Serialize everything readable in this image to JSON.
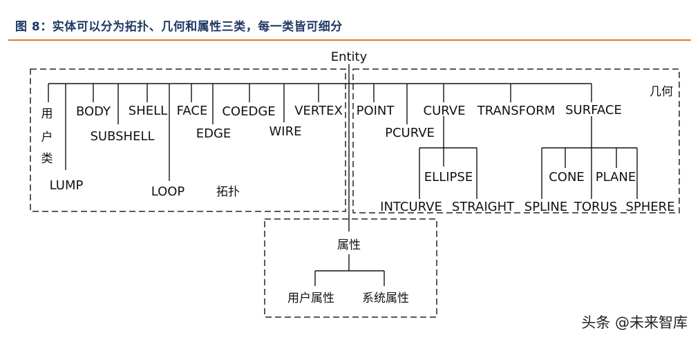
{
  "title": "图 8：实体可以分为拓扑、几何和属性三类，每一类皆可细分",
  "watermark": "头条 @未来智库",
  "colors": {
    "title": "#1f3864",
    "rule": "#e07a2a",
    "line": "#111111"
  },
  "nodes": {
    "entity": "Entity",
    "user_class": [
      "用",
      "户",
      "类"
    ],
    "body": "BODY",
    "lump": "LUMP",
    "subshell": "SUBSHELL",
    "shell": "SHELL",
    "loop": "LOOP",
    "face": "FACE",
    "edge": "EDGE",
    "coedge": "COEDGE",
    "wire": "WIRE",
    "vertex": "VERTEX",
    "topology_group": "拓扑",
    "geometry_group": "几何",
    "point": "POINT",
    "pcurve": "PCURVE",
    "curve": "CURVE",
    "ellipse": "ELLIPSE",
    "intcurve": "INTCURVE",
    "straight": "STRAIGHT",
    "transform": "TRANSFORM",
    "surface": "SURFACE",
    "cone": "CONE",
    "plane": "PLANE",
    "spline": "SPLINE",
    "torus": "TORUS",
    "sphere": "SPHERE",
    "attribute": "属性",
    "user_attribute": "用户属性",
    "system_attribute": "系统属性"
  }
}
